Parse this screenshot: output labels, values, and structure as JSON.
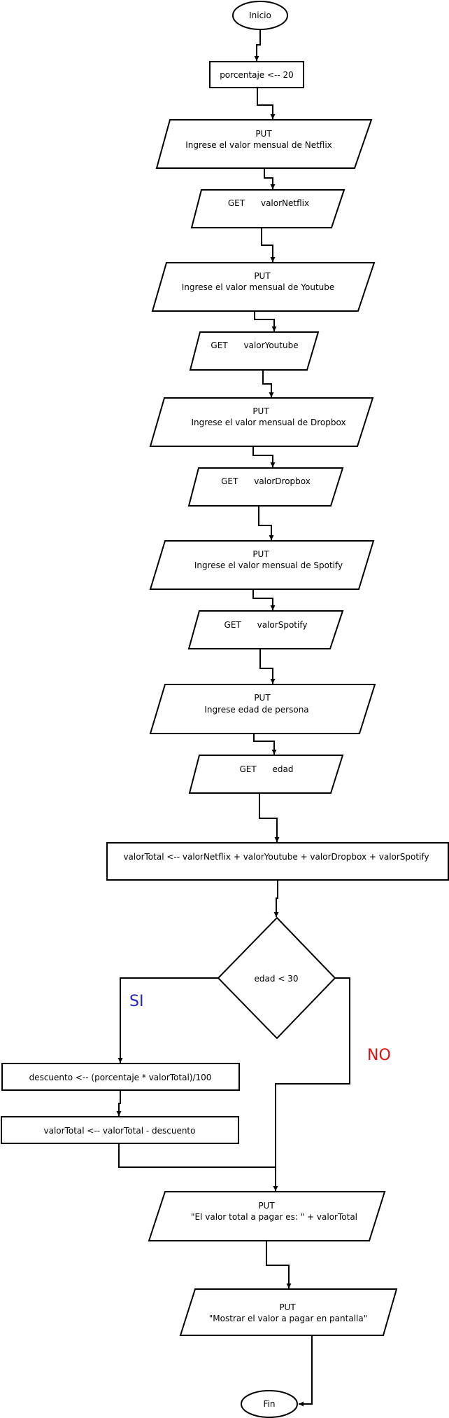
{
  "flowchart": {
    "start": "Inicio",
    "end": "Fin",
    "assign_porcentaje": "porcentaje <-- 20",
    "put_netflix": {
      "line1": "PUT",
      "line2": "Ingrese el valor mensual de Netflix"
    },
    "get_netflix": "GET      valorNetflix",
    "put_youtube": {
      "line1": "PUT",
      "line2": "Ingrese el valor mensual de Youtube"
    },
    "get_youtube": "GET      valorYoutube",
    "put_dropbox": {
      "line1": "PUT",
      "line2": "Ingrese el valor mensual de Dropbox"
    },
    "get_dropbox": "GET      valorDropbox",
    "put_spotify": {
      "line1": "PUT",
      "line2": "Ingrese el valor mensual de Spotify"
    },
    "get_spotify": "GET      valorSpotify",
    "put_edad": {
      "line1": "PUT",
      "line2": "Ingrese edad de persona"
    },
    "get_edad": "GET      edad",
    "assign_total": "valorTotal <-- valorNetflix + valorYoutube + valorDropbox + valorSpotify",
    "decision": "edad < 30",
    "branch_yes": "SI",
    "branch_no": "NO",
    "assign_descuento": "descuento <-- (porcentaje * valorTotal)/100",
    "assign_total_desc": "valorTotal <-- valorTotal - descuento",
    "put_result": {
      "line1": "PUT",
      "line2": "\"El valor total a pagar es: \" + valorTotal"
    },
    "put_show": {
      "line1": "PUT",
      "line2": "\"Mostrar el valor a pagar en pantalla\""
    }
  }
}
